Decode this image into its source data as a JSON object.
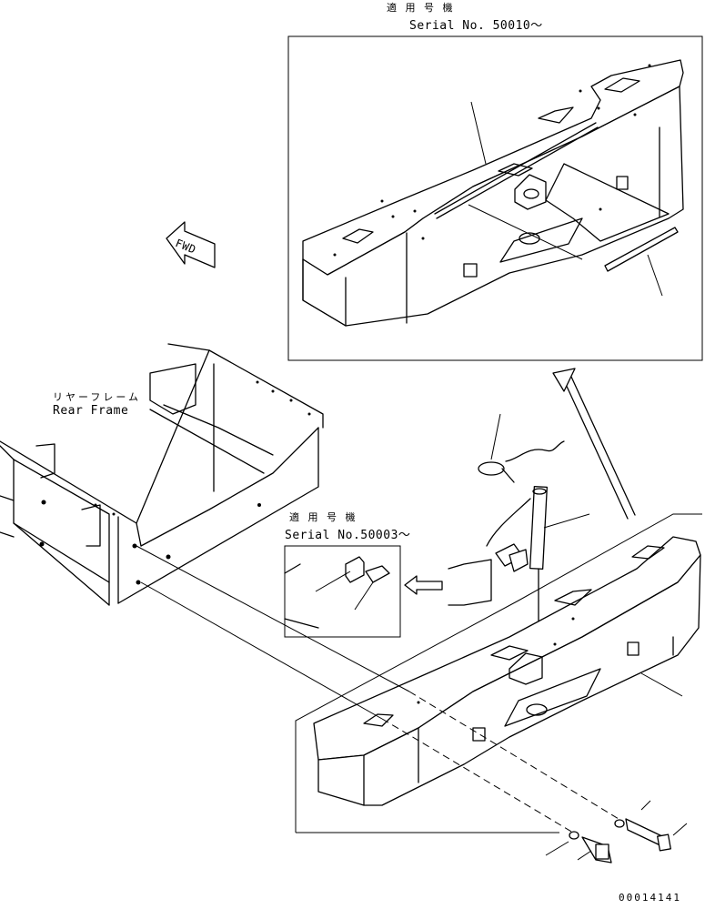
{
  "upper_note": {
    "applicability_jp": "適 用 号 機",
    "serial": "Serial No. 50010～"
  },
  "middle_note": {
    "applicability_jp": "適 用 号 機",
    "serial": "Serial No.50003～"
  },
  "frame_label": {
    "jp": "リヤーフレーム",
    "en": "Rear Frame"
  },
  "fwd_label": "FWD",
  "drawing_number": "00014141"
}
